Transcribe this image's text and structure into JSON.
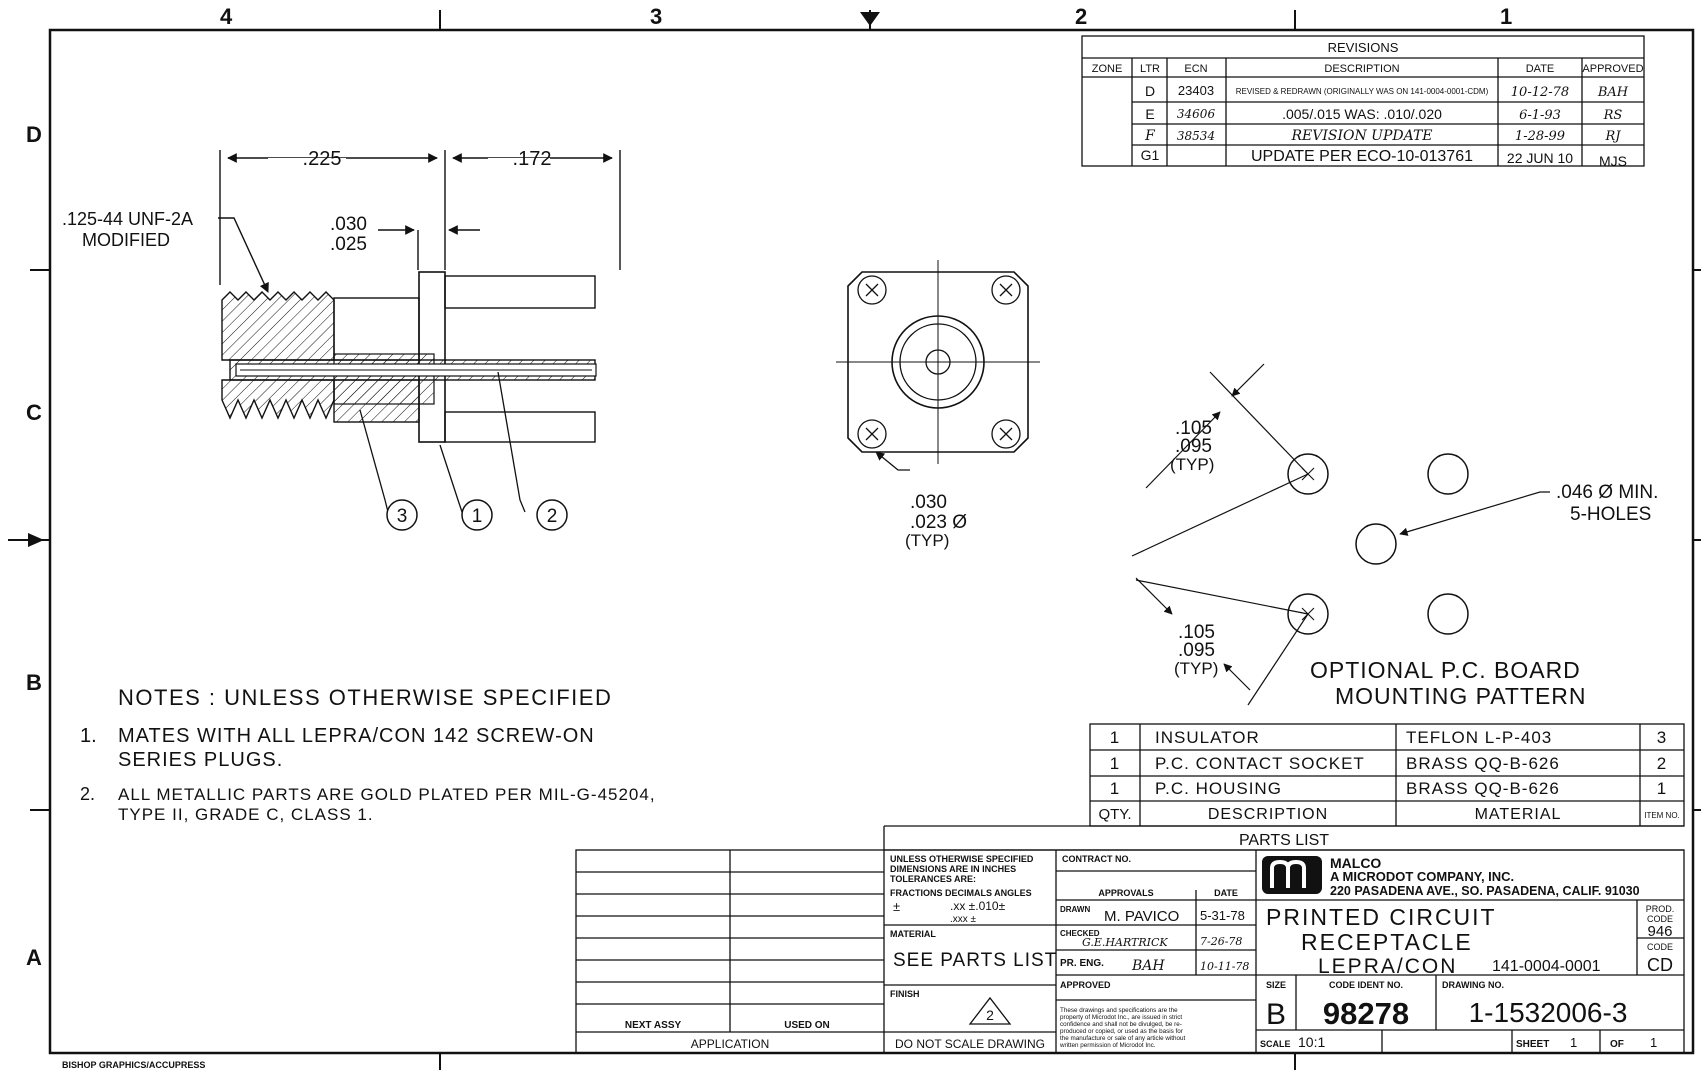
{
  "zones": {
    "columns": [
      "4",
      "3",
      "2",
      "1"
    ],
    "rows": [
      "D",
      "C",
      "B",
      "A"
    ]
  },
  "revisions": {
    "title": "REVISIONS",
    "headers": [
      "ZONE",
      "LTR",
      "ECN",
      "DESCRIPTION",
      "DATE",
      "APPROVED"
    ],
    "rows": [
      {
        "zone": "",
        "ltr": "D",
        "ecn": "23403",
        "description": "REVISED & REDRAWN (ORIGINALLY WAS ON 141-0004-0001-CDM)",
        "date": "10-12-78",
        "approved": "BAH"
      },
      {
        "zone": "",
        "ltr": "E",
        "ecn": "34606",
        "description": ".005/.015 WAS: .010/.020",
        "date": "6-1-93",
        "approved": "RS"
      },
      {
        "zone": "",
        "ltr": "F",
        "ecn": "38534",
        "description": "REVISION UPDATE",
        "date": "1-28-99",
        "approved": "RJ"
      },
      {
        "zone": "",
        "ltr": "G1",
        "ecn": "",
        "description": "UPDATE PER ECO-10-013761",
        "date": "22 JUN 10",
        "approved": "MJS"
      }
    ]
  },
  "dimensions": {
    "body_length": ".225",
    "pin_length": ".172",
    "thread": ".125-44 UNF-2A",
    "thread_note": "MODIFIED",
    "flange_upper": ".030",
    "flange_lower": ".025",
    "hole_upper": ".030",
    "hole_lower": ".023 Ø",
    "hole_typ": "(TYP)",
    "pattern_upper_1": ".105",
    "pattern_lower_1": ".095",
    "pattern_typ_1": "(TYP)",
    "pattern_upper_2": ".105",
    "pattern_lower_2": ".095",
    "pattern_typ_2": "(TYP)",
    "holes_min": ".046 Ø MIN.",
    "holes_count": "5-HOLES"
  },
  "balloons": [
    "3",
    "1",
    "2"
  ],
  "pattern_title_1": "OPTIONAL P.C. BOARD",
  "pattern_title_2": "MOUNTING PATTERN",
  "notes": {
    "heading": "NOTES : UNLESS OTHERWISE SPECIFIED",
    "n1_num": "1.",
    "n1_line1": "MATES WITH ALL LEPRA/CON 142 SCREW-ON",
    "n1_line2": "SERIES PLUGS.",
    "n2_num": "2.",
    "n2_line1": "ALL METALLIC PARTS ARE GOLD PLATED PER MIL-G-45204,",
    "n2_line2": "TYPE II, GRADE C, CLASS 1."
  },
  "parts_list": {
    "title": "PARTS LIST",
    "headers": {
      "qty": "QTY.",
      "description": "DESCRIPTION",
      "material": "MATERIAL",
      "item": "ITEM NO."
    },
    "rows": [
      {
        "qty": "1",
        "description": "INSULATOR",
        "material": "TEFLON L-P-403",
        "item": "3"
      },
      {
        "qty": "1",
        "description": "P.C. CONTACT SOCKET",
        "material": "BRASS QQ-B-626",
        "item": "2"
      },
      {
        "qty": "1",
        "description": "P.C. HOUSING",
        "material": "BRASS QQ-B-626",
        "item": "1"
      }
    ]
  },
  "title_block": {
    "next_assy": "NEXT ASSY",
    "used_on": "USED ON",
    "application": "APPLICATION",
    "tol_1": "UNLESS OTHERWISE SPECIFIED",
    "tol_2": "DIMENSIONS ARE IN INCHES",
    "tol_3": "TOLERANCES ARE:",
    "tol_4": "FRACTIONS DECIMALS ANGLES",
    "tol_5": "±",
    "tol_6": ".xx ±.010±",
    "tol_7": ".xxx ±",
    "material_label": "MATERIAL",
    "material_value": "SEE PARTS LIST",
    "finish_label": "FINISH",
    "finish_value": "2",
    "do_not_scale": "DO NOT SCALE DRAWING",
    "contract_label": "CONTRACT NO.",
    "approvals_label": "APPROVALS",
    "date_label": "DATE",
    "drawn_label": "DRAWN",
    "drawn_by": "M. PAVICO",
    "drawn_date": "5-31-78",
    "checked_label": "CHECKED",
    "checked_by": "G.E.HARTRICK",
    "checked_date": "7-26-78",
    "preng_label": "PR. ENG.",
    "preng_by": "BAH",
    "preng_date": "10-11-78",
    "approved_label": "APPROVED",
    "disclaimer_1": "These drawings and specifications are the",
    "disclaimer_2": "property of Microdot Inc., are issued in strict",
    "disclaimer_3": "confidence and shall not be divulged, be re-",
    "disclaimer_4": "produced or copied, or used as the basis for",
    "disclaimer_5": "the manufacture or sale of any article without",
    "disclaimer_6": "written permission of Microdot Inc.",
    "company_name": "MALCO",
    "company_sub": "A MICRODOT COMPANY, INC.",
    "company_addr": "220 PASADENA AVE., SO. PASADENA, CALIF. 91030",
    "title_1": "PRINTED CIRCUIT",
    "title_2": "RECEPTACLE",
    "title_3": "LEPRA/CON",
    "part_no": "141-0004-0001",
    "prod_code_l1": "PROD.",
    "prod_code_l2": "CODE",
    "prod_code_value": "946",
    "code_label": "CODE",
    "code_value": "CD",
    "size_label": "SIZE",
    "size_value": "B",
    "code_ident_label": "CODE IDENT NO.",
    "code_ident_value": "98278",
    "drawing_no_label": "DRAWING NO.",
    "drawing_no_value": "1-1532006-3",
    "scale_label": "SCALE",
    "scale_value": "10:1",
    "sheet_label": "SHEET",
    "sheet_value": "1",
    "of_label": "OF",
    "of_value": "1"
  },
  "footer": "BISHOP GRAPHICS/ACCUPRESS"
}
